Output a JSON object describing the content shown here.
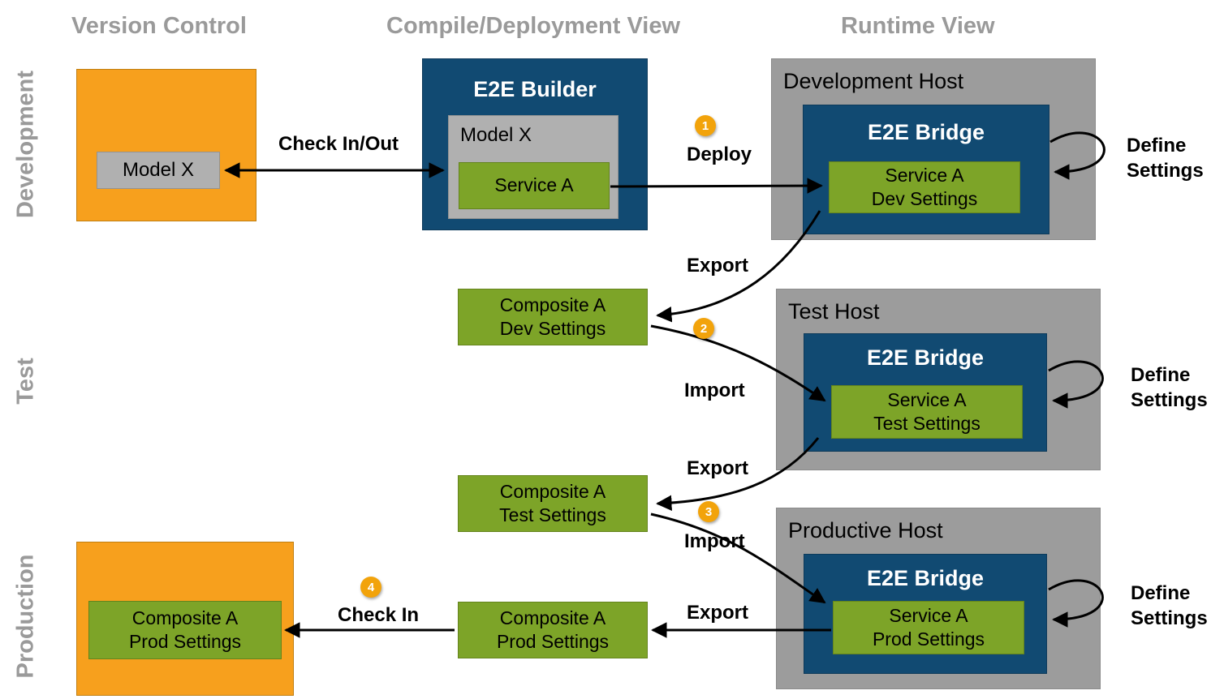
{
  "headers": {
    "version_control": "Version Control",
    "compile_deployment": "Compile/Deployment View",
    "runtime": "Runtime View"
  },
  "row_labels": {
    "development": "Development",
    "test": "Test",
    "production": "Production"
  },
  "development": {
    "vc_model": "Model X",
    "builder_title": "E2E Builder",
    "builder_model": "Model X",
    "builder_service": "Service A",
    "host_title": "Development Host",
    "bridge_title": "E2E Bridge",
    "service_line1": "Service A",
    "service_line2": "Dev Settings"
  },
  "test": {
    "composite_line1": "Composite A",
    "composite_line2": "Dev Settings",
    "host_title": "Test Host",
    "bridge_title": "E2E Bridge",
    "service_line1": "Service A",
    "service_line2": "Test Settings"
  },
  "production": {
    "composite_test_line1": "Composite A",
    "composite_test_line2": "Test Settings",
    "composite_prod_line1": "Composite A",
    "composite_prod_line2": "Prod Settings",
    "vc_composite_line1": "Composite A",
    "vc_composite_line2": "Prod Settings",
    "host_title": "Productive Host",
    "bridge_title": "E2E Bridge",
    "service_line1": "Service A",
    "service_line2": "Prod Settings"
  },
  "flow_labels": {
    "check_in_out": "Check In/Out",
    "deploy": "Deploy",
    "export_dev": "Export",
    "import_test": "Import",
    "export_test": "Export",
    "import_prod": "Import",
    "export_prod": "Export",
    "check_in": "Check In",
    "define_settings": "Define Settings"
  },
  "badges": {
    "step1": "1",
    "step2": "2",
    "step3": "3",
    "step4": "4"
  },
  "colors": {
    "orange": "#F7A01D",
    "host_gray": "#9C9C9C",
    "inner_gray": "#B0B0B0",
    "blue": "#114A72",
    "green": "#7DA428",
    "heading_gray": "#9A9A9A",
    "badge_orange": "#F2A30B",
    "arrow_black": "#000000"
  }
}
